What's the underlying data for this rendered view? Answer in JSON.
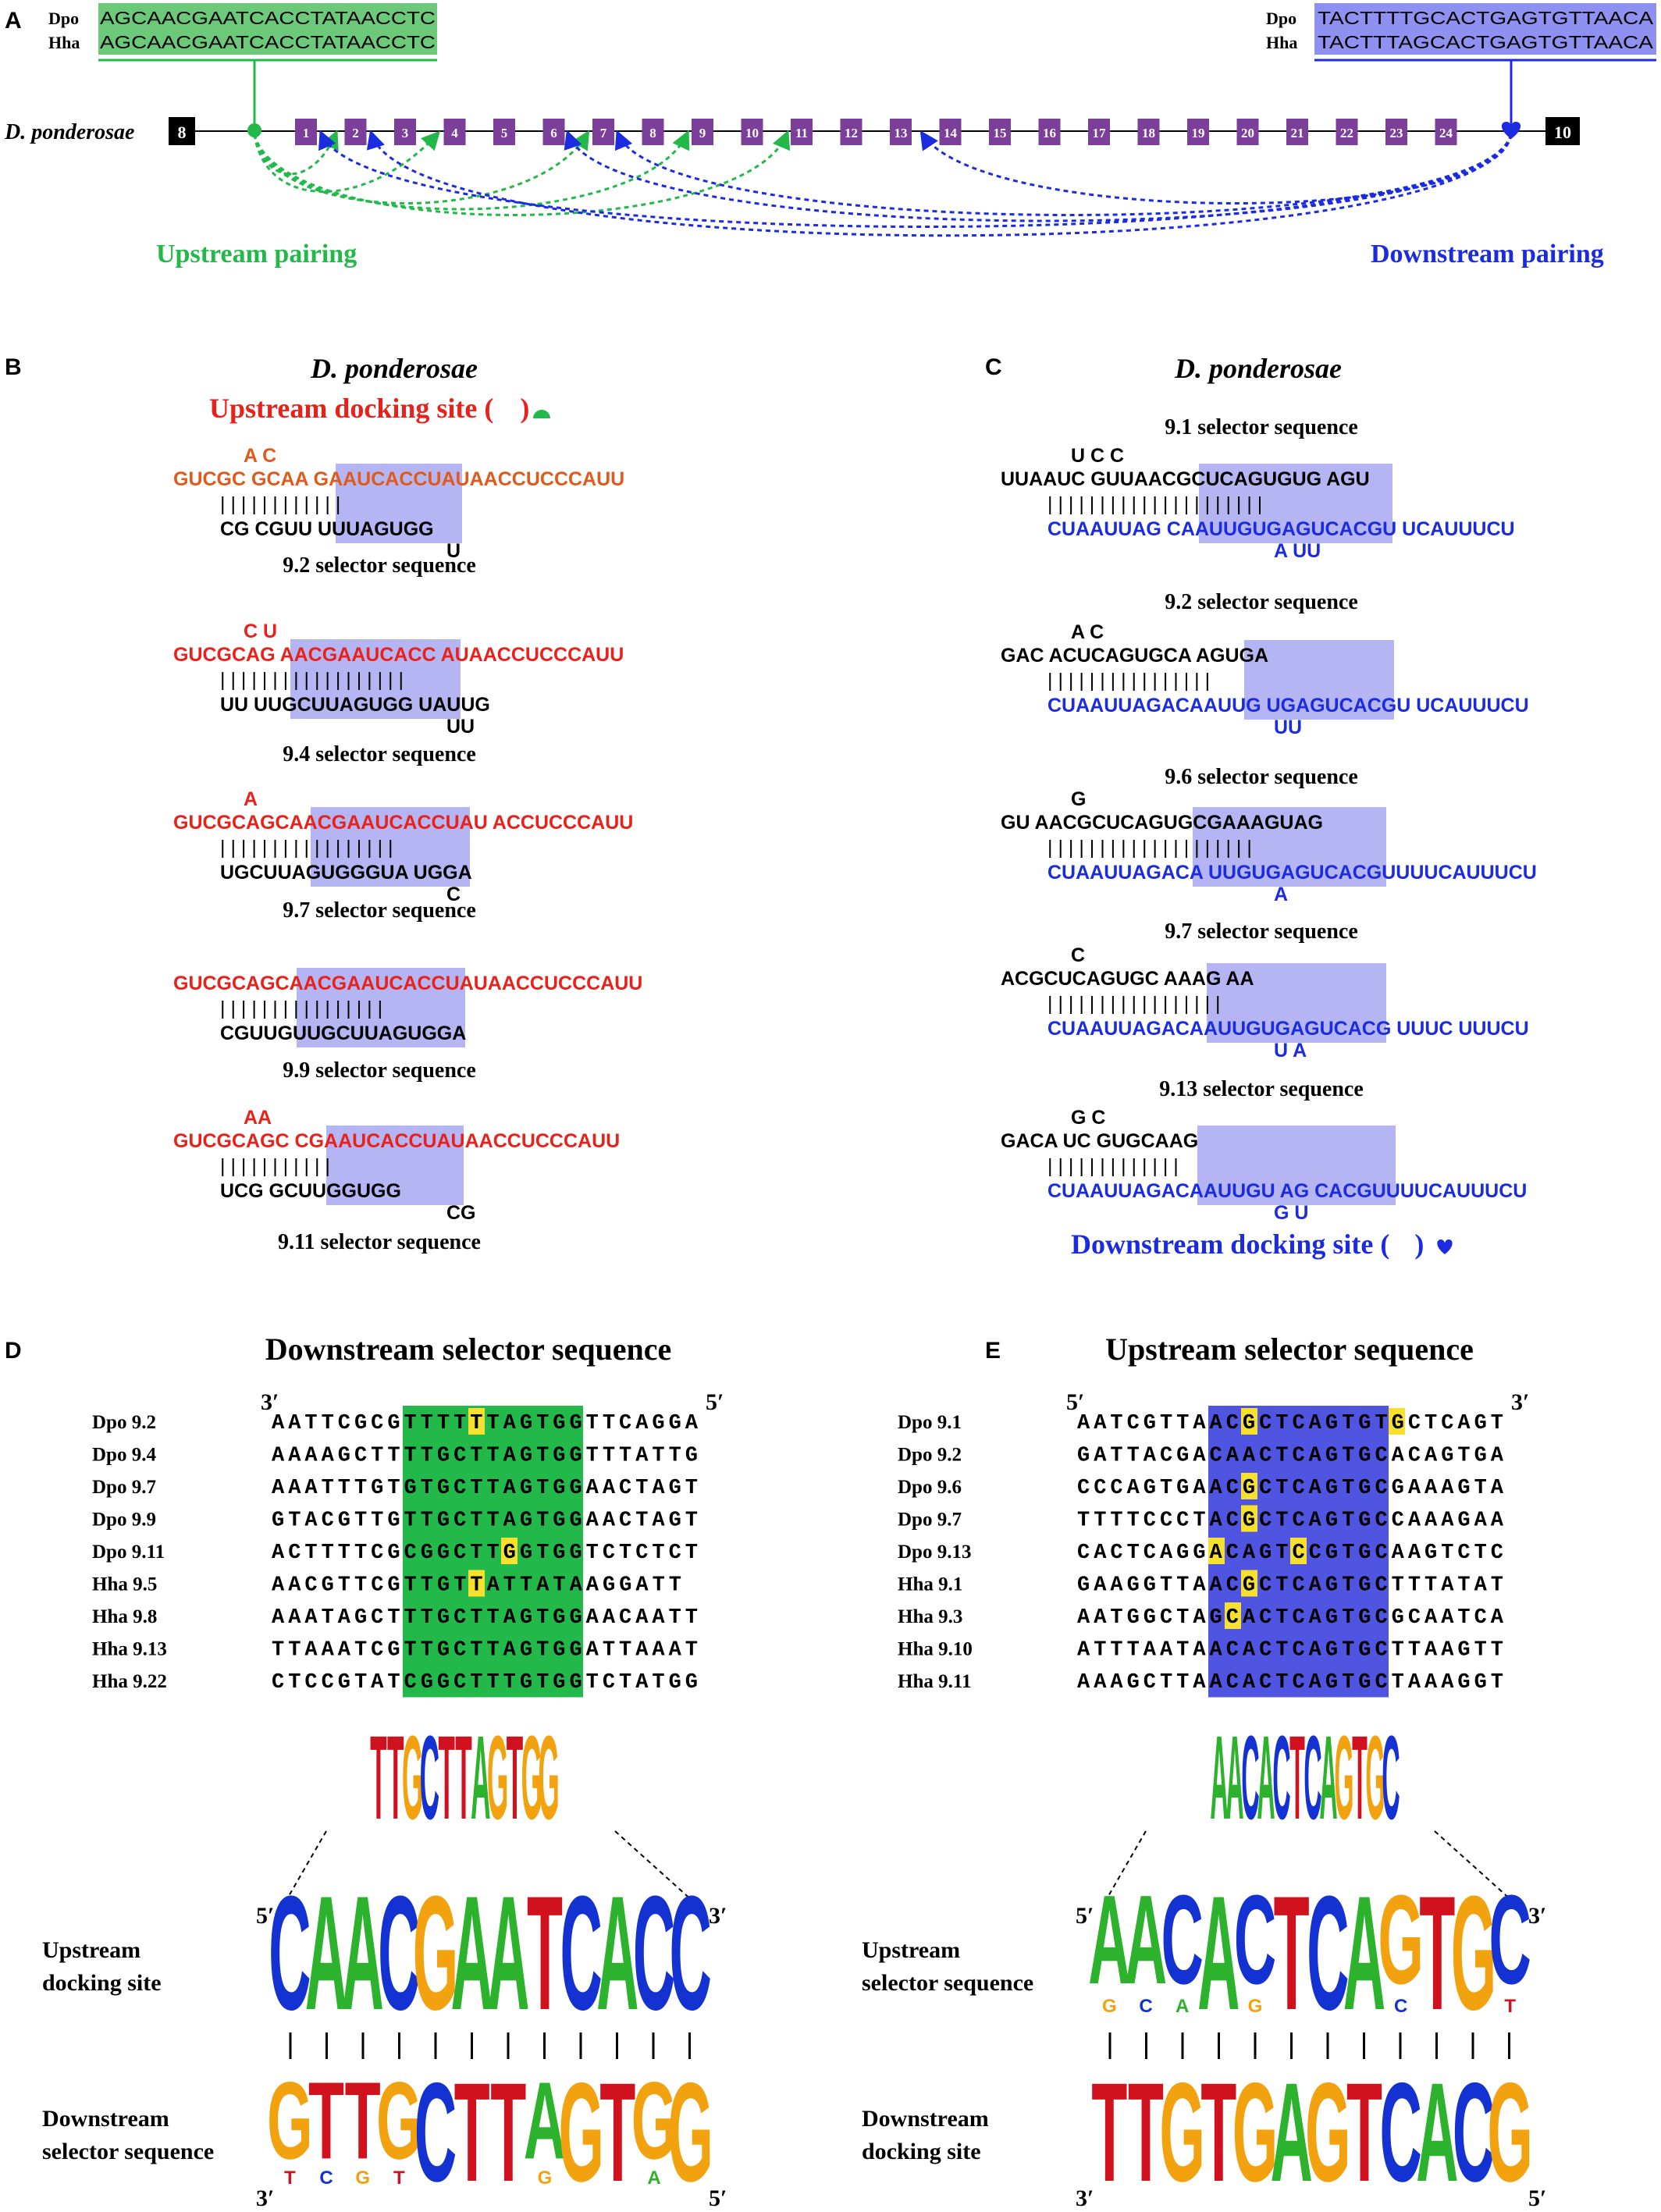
{
  "colors": {
    "green": "#22b84a",
    "green_bg": "#6cc97a",
    "purple_box": "#7b3f99",
    "blue_bg": "#8f91f0",
    "light_purple": "#b4b5f2",
    "red": "#e8211b",
    "orange": "#e05a1b",
    "blue_text": "#1b2be0",
    "yellow": "#f7e12e",
    "logo_A": "#2db22d",
    "logo_C": "#1431d1",
    "logo_G": "#f2a20f",
    "logo_T": "#d0121f"
  },
  "panel_A": {
    "letter": "A",
    "left_box": {
      "label1": "Dpo",
      "seq1": "AGCAACGAATCACCTATAACCTC",
      "label2": "Hha",
      "seq2": "AGCAACGAATCACCTATAACCTC"
    },
    "right_box": {
      "label1": "Dpo",
      "seq1": "TACTTTTGCACTGAGTGTTAACA",
      "label2": "Hha",
      "seq2": "TACTTTAGCACTGAGTGTTAACA"
    },
    "species": "D. ponderosae",
    "left_exon": "8",
    "right_exon": "10",
    "exons": [
      "1",
      "2",
      "3",
      "4",
      "5",
      "6",
      "7",
      "8",
      "9",
      "10",
      "11",
      "12",
      "13",
      "14",
      "15",
      "16",
      "17",
      "18",
      "19",
      "20",
      "21",
      "22",
      "23",
      "24"
    ],
    "upstream_label": "Upstream pairing",
    "downstream_label": "Downstream pairing"
  },
  "panel_B": {
    "letter": "B",
    "species": "D. ponderosae",
    "heading": "Upstream docking site (",
    "heading_end": ")",
    "items": [
      {
        "top": "GUCGC GCAA GAAUCACCUAUAACCUCCCAUU",
        "bulge_top": "A      C",
        "bars": "| |   | | | | | | | | | |",
        "bottom": "CG  CGUU UUUAGUGG",
        "bulge_bottom": "U",
        "label": "9.2 selector sequence"
      },
      {
        "top": "GUCGCAG AACGAAUCACC AUAACCUCCCAUU",
        "bulge_top": "C              U",
        "bars": "| |      | | | | | | | | | | |    | | | | |",
        "bottom": "UU  UUGCUUAGUGG UAUUG",
        "bulge_bottom": "UU",
        "label": "9.4 selector sequence"
      },
      {
        "top": "GUCGCAGCAACGAAUCACCUAU ACCUCCCAUU",
        "bulge_top": "A",
        "bars": "| | | | | | | | | | | | |    | | | |",
        "bottom": "UGCUUAGUGGGUA UGGA",
        "bulge_bottom": "C",
        "label": "9.7 selector sequence"
      },
      {
        "top": "GUCGCAGCAACGAAUCACCUAUAACCUCCCAUU",
        "bulge_top": "",
        "bars": "| | | | | | | | | | | | | | | |",
        "bottom": "CGUUGUUGCUUAGUGGA",
        "bulge_bottom": "",
        "label": "9.9 selector sequence"
      },
      {
        "top": "GUCGCAGC CGAAUCACCUAUAACCUCCCAUU",
        "bulge_top": "AA",
        "bars": "| | |    | | | | | | | |",
        "bottom": "UCG  GCUUGGUGG",
        "bulge_bottom": "CG",
        "label": "9.11 selector sequence"
      }
    ]
  },
  "panel_C": {
    "letter": "C",
    "species": "D. ponderosae",
    "items": [
      {
        "label": "9.1 selector sequence",
        "top": "UUAAUC  GUUAACGCUCAGUGUG  AGU",
        "bulge_top": "U C  C",
        "bars": "| | | | |    | | | | | | | | | | | | |    | | |",
        "bottom": "CUAAUUAG  CAAUUGUGAGUCACGU  UCAUUUCU",
        "bulge_bottom": "A                    UU"
      },
      {
        "label": "9.2 selector sequence",
        "top": "GAC  ACUCAGUGCA  AGUGA",
        "bulge_top": "A            C",
        "bars": "| | |    | | | | | | | | |    | | | |",
        "bottom": "CUAAUUAGACAAUUG  UGAGUCACGU  UCAUUUCU",
        "bulge_bottom": "UU"
      },
      {
        "label": "9.6 selector sequence",
        "top": "GU  AACGCUCAGUGCGAAAGUAG",
        "bulge_top": "G",
        "bars": "| |    | | | | | | | | | | | | | | | | | |",
        "bottom": "CUAAUUAGACA  UUGUGAGUCACGUUUUCAUUUCU",
        "bulge_bottom": "A"
      },
      {
        "label": "9.7 selector sequence",
        "top": "ACGCUCAGUGC  AAAG  AA",
        "bulge_top": "C",
        "bars": "| | | | | | | | | | |    | | | |    | |",
        "bottom": "CUAAUUAGACAAUUGUGAGUCACG  UUUC  UUUCU",
        "bulge_bottom": "U    A"
      },
      {
        "label": "9.13 selector sequence",
        "top": "GACA  UC  GUGCAAG",
        "bulge_top": "G   C",
        "bars": "| | | |    | |    | | | | | | |",
        "bottom": "CUAAUUAGACAAUUGU  AG  CACGUUUUCAUUUCU",
        "bulge_bottom": "G   U"
      }
    ],
    "footer": "Downstream docking site (",
    "footer_end": ")"
  },
  "panel_D": {
    "letter": "D",
    "title": "Downstream selector sequence",
    "end_left": "3′",
    "end_right": "5′",
    "rows": [
      {
        "name": "Dpo 9.2",
        "seq": "AATTCGCGTTTTTTAGTGGTTCAGGA"
      },
      {
        "name": "Dpo 9.4",
        "seq": "AAAAGCTTTTGCTTAGTGGTTTATTG"
      },
      {
        "name": "Dpo 9.7",
        "seq": "AAATTTGTGTGCTTAGTGGAACTAGT"
      },
      {
        "name": "Dpo 9.9",
        "seq": "GTACGTTGTTGCTTAGTGGAACTAGT"
      },
      {
        "name": "Dpo 9.11",
        "seq": "ACTTTTCGCGGCTTGGTGGTCTCTCT"
      },
      {
        "name": "Hha 9.5",
        "seq": "AACGTTCGTTGTTATTATAAGGATT"
      },
      {
        "name": "Hha 9.8",
        "seq": "AAATAGCTTTGCTTAGTGGAACAATT"
      },
      {
        "name": "Hha 9.13",
        "seq": "TTAAATCGTTGCTTAGTGGATTAAAT"
      },
      {
        "name": "Hha 9.22",
        "seq": "CTCCGTATCGGCTTTGTGGTCTATGG"
      }
    ],
    "logo_small": "TTGCTTAGTGG",
    "upper_label": [
      "Upstream",
      "docking site"
    ],
    "upper_logo": "CAACGAATCACC",
    "upper_ends": [
      "5′",
      "3′"
    ],
    "lower_label": [
      "Downstream",
      "selector sequence"
    ],
    "lower_logo": "GTTGCTTAGTGG",
    "lower_ends": [
      "3′",
      "5′"
    ]
  },
  "panel_E": {
    "letter": "E",
    "title": "Upstream selector sequence",
    "end_left": "5′",
    "end_right": "3′",
    "rows": [
      {
        "name": "Dpo 9.1",
        "seq": "AATCGTTAACGCTCAGTGTGCTCAGT"
      },
      {
        "name": "Dpo 9.2",
        "seq": "GATTACGACAACTCAGTGCACAGTGA"
      },
      {
        "name": "Dpo 9.6",
        "seq": "CCCAGTGAACGCTCAGTGCGAAAGTA"
      },
      {
        "name": "Dpo 9.7",
        "seq": "TTTTCCCTACGCTCAGTGCCAAAGAA"
      },
      {
        "name": "Dpo 9.13",
        "seq": "CACTCAGGACAGTCCGTGCAAGTCTC"
      },
      {
        "name": "Hha 9.1",
        "seq": "GAAGGTTAACGCTCAGTGCTTTATAT"
      },
      {
        "name": "Hha 9.3",
        "seq": "AATGGCTAGCACTCAGTGCGCAATCA"
      },
      {
        "name": "Hha 9.10",
        "seq": "ATTTAATAACACTCAGTGCTTAAGTT"
      },
      {
        "name": "Hha 9.11",
        "seq": "AAAGCTTAACACTCAGTGCTAAAGGT"
      }
    ],
    "logo_small": "AACACTCAGTGC",
    "upper_label": [
      "Upstream",
      "selector sequence"
    ],
    "upper_logo": "AACACTCAGTGC",
    "upper_ends": [
      "5′",
      "3′"
    ],
    "lower_label": [
      "Downstream",
      "docking site"
    ],
    "lower_logo": "TTGTGAGTCACG",
    "lower_ends": [
      "3′",
      "5′"
    ]
  }
}
